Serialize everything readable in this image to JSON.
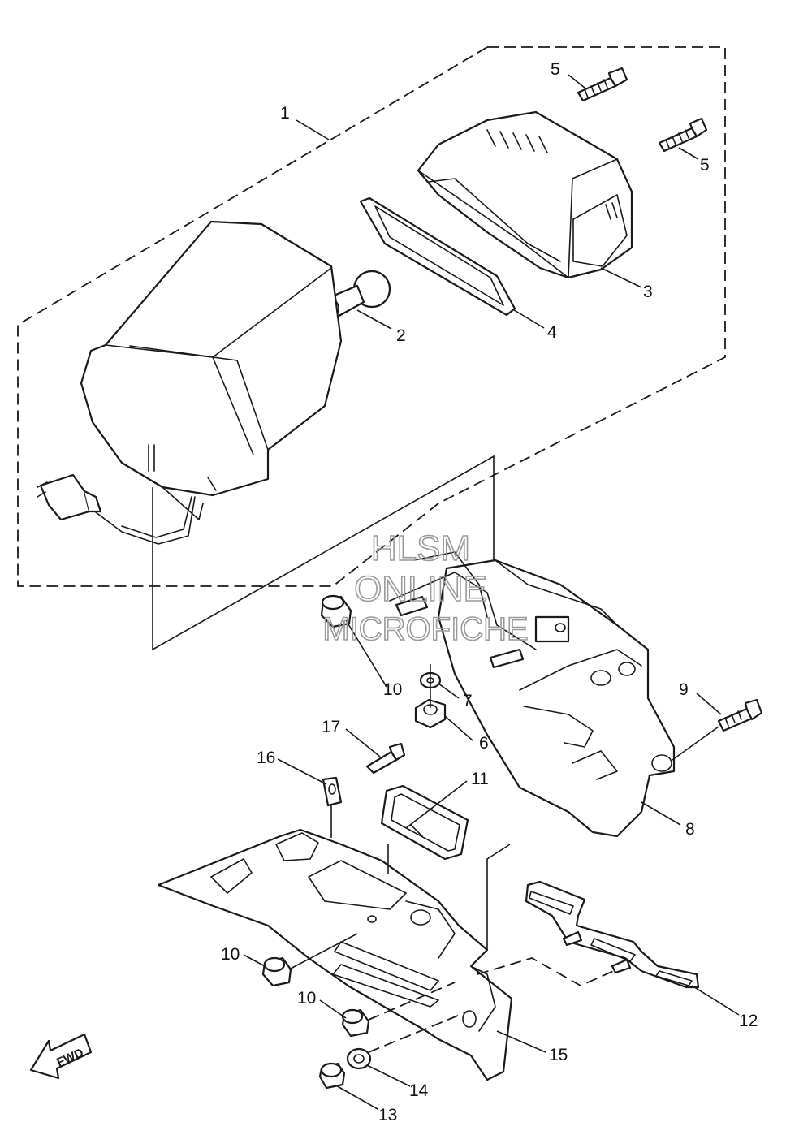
{
  "watermark": {
    "line1": "HLSM",
    "line2": "ONLINE",
    "line3": "MICROFICHE"
  },
  "direction_marker": "FWD",
  "callouts": {
    "p1": "1",
    "p2": "2",
    "p3": "3",
    "p4": "4",
    "p5a": "5",
    "p5b": "5",
    "p6": "6",
    "p7": "7",
    "p8": "8",
    "p9": "9",
    "p10a": "10",
    "p10b": "10",
    "p10c": "10",
    "p11": "11",
    "p12": "12",
    "p13": "13",
    "p14": "14",
    "p15": "15",
    "p16": "16",
    "p17": "17"
  },
  "colors": {
    "line": "#1a1a1a",
    "watermark": "#9a9a9a",
    "background": "#ffffff"
  }
}
